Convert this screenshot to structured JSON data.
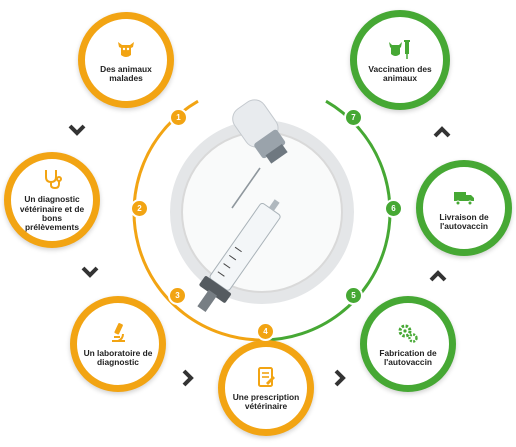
{
  "diagram": {
    "colors": {
      "orange": "#f2a413",
      "green": "#46a834",
      "chevron": "#333333",
      "ring": "#d9d9d9"
    },
    "steps": [
      {
        "number": "1",
        "label": "Des animaux malades",
        "icon": "cow-icon",
        "color": "orange"
      },
      {
        "number": "2",
        "label": "Un diagnostic vétérinaire et de bons prélèvements",
        "icon": "stethoscope-icon",
        "color": "orange"
      },
      {
        "number": "3",
        "label": "Un laboratoire de diagnostic",
        "icon": "microscope-icon",
        "color": "orange"
      },
      {
        "number": "4",
        "label": "Une prescription vétérinaire",
        "icon": "prescription-icon",
        "color": "orange"
      },
      {
        "number": "5",
        "label": "Fabrication de l'autovaccin",
        "icon": "gears-icon",
        "color": "green"
      },
      {
        "number": "6",
        "label": "Livraison de l'autovaccin",
        "icon": "truck-icon",
        "color": "green"
      },
      {
        "number": "7",
        "label": "Vaccination des animaux",
        "icon": "cow-syringe-icon",
        "color": "green"
      }
    ],
    "center_image": "syringe-vial-icon"
  }
}
